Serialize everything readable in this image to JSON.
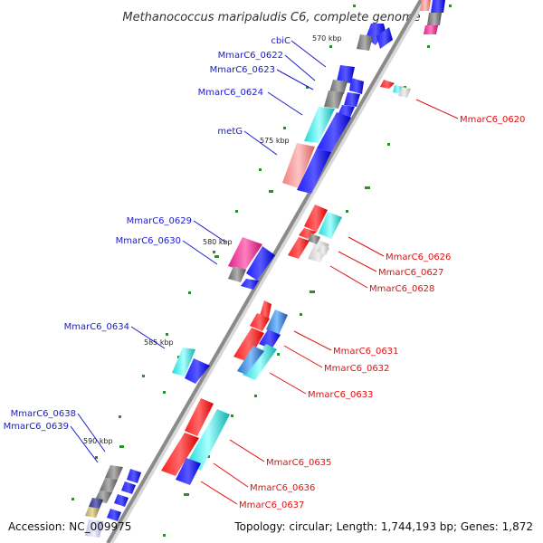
{
  "title": "Methanococcus maripaludis C6, complete genome",
  "accession": "Accession: NC_009975",
  "topology": "Topology: circular; Length: 1,744,193 bp; Genes: 1,872",
  "scale_ticks": [
    "570 kbp",
    "575 kbp",
    "580 kbp",
    "585 kbp",
    "590 kbp"
  ],
  "labels_left": [
    "cbiC",
    "MmarC6_0622",
    "MmarC6_0623",
    "MmarC6_0624",
    "metG",
    "MmarC6_0629",
    "MmarC6_0630",
    "MmarC6_0634",
    "MmarC6_0638",
    "MmarC6_0639"
  ],
  "labels_right": [
    "MmarC6_0620",
    "MmarC6_0626",
    "MmarC6_0627",
    "MmarC6_0628",
    "MmarC6_0631",
    "MmarC6_0632",
    "MmarC6_0633",
    "MmarC6_0635",
    "MmarC6_0636",
    "MmarC6_0637"
  ],
  "colors": {
    "left_label": "#1a1acc",
    "right_label": "#e01010",
    "backbone": "#888888",
    "dots": "#2e8b2e"
  }
}
